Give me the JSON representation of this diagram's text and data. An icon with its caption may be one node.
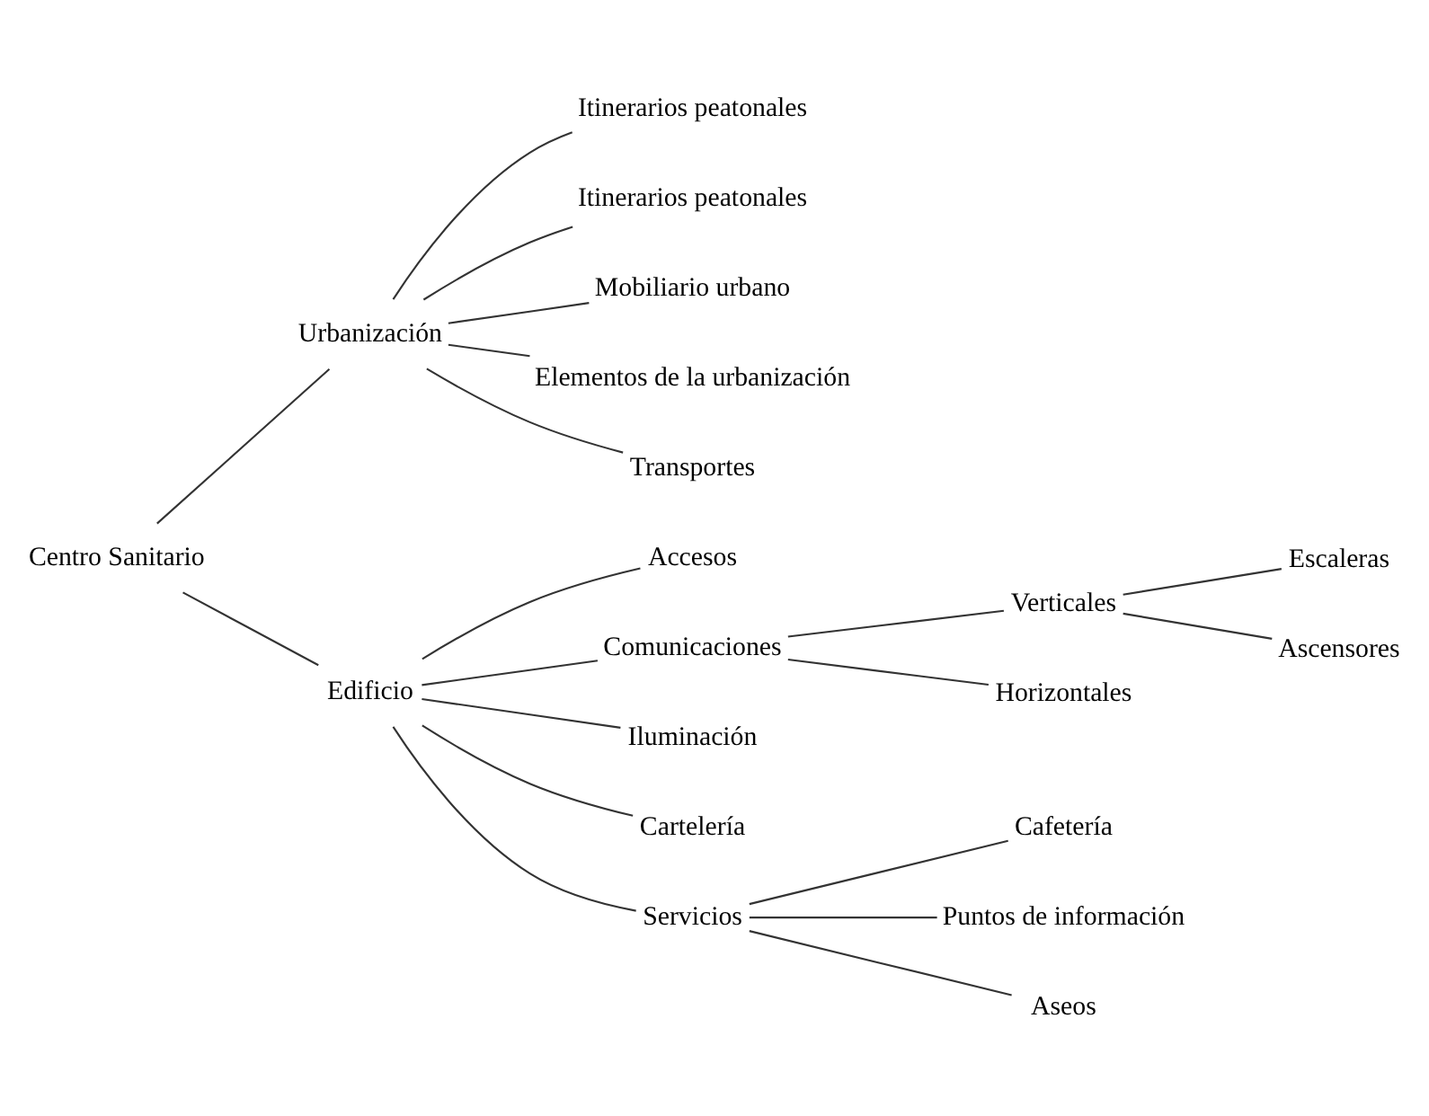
{
  "diagram": {
    "nodes": [
      {
        "text": [
          "Centro Sanitario"
        ]
      },
      {
        "text": [
          "Urbanización"
        ]
      },
      {
        "text": [
          "Itinerarios peatonales"
        ]
      },
      {
        "text": [
          "Itinerarios peatonales"
        ]
      },
      {
        "text": [
          "Mobiliario urbano"
        ]
      },
      {
        "text": [
          "Elementos de la urbanización"
        ]
      },
      {
        "text": [
          "Transportes"
        ]
      },
      {
        "text": [
          "Edificio"
        ]
      },
      {
        "text": [
          "Accesos"
        ]
      },
      {
        "text": [
          "Comunicaciones"
        ]
      },
      {
        "text": [
          "Iluminación"
        ]
      },
      {
        "text": [
          "Cartelería"
        ]
      },
      {
        "text": [
          "Servicios"
        ]
      },
      {
        "text": [
          "Verticales"
        ]
      },
      {
        "text": [
          "Horizontales"
        ]
      },
      {
        "text": [
          "Escaleras"
        ]
      },
      {
        "text": [
          "Ascensores"
        ]
      },
      {
        "text": [
          "Cafetería"
        ]
      },
      {
        "text": [
          "Puntos de información"
        ]
      },
      {
        "text": [
          "Aseos"
        ]
      }
    ],
    "edges": [
      {
        "from": 0,
        "to": 1,
        "arrow": "none"
      },
      {
        "from": 0,
        "to": 7,
        "arrow": "none"
      },
      {
        "from": 1,
        "to": 2,
        "arrow": "none"
      },
      {
        "from": 1,
        "to": 3,
        "arrow": "none"
      },
      {
        "from": 1,
        "to": 4,
        "arrow": "none"
      },
      {
        "from": 1,
        "to": 5,
        "arrow": "none"
      },
      {
        "from": 1,
        "to": 6,
        "arrow": "none"
      },
      {
        "from": 7,
        "to": 8,
        "arrow": "none"
      },
      {
        "from": 7,
        "to": 9,
        "arrow": "none"
      },
      {
        "from": 7,
        "to": 10,
        "arrow": "none"
      },
      {
        "from": 7,
        "to": 11,
        "arrow": "none"
      },
      {
        "from": 7,
        "to": 12,
        "arrow": "none"
      },
      {
        "from": 9,
        "to": 13,
        "arrow": "none"
      },
      {
        "from": 9,
        "to": 14,
        "arrow": "none"
      },
      {
        "from": 13,
        "to": 15,
        "arrow": "none"
      },
      {
        "from": 13,
        "to": 16,
        "arrow": "none"
      },
      {
        "from": 12,
        "to": 17,
        "arrow": "none"
      },
      {
        "from": 12,
        "to": 18,
        "arrow": "none"
      },
      {
        "from": 12,
        "to": 19,
        "arrow": "none"
      }
    ]
  }
}
